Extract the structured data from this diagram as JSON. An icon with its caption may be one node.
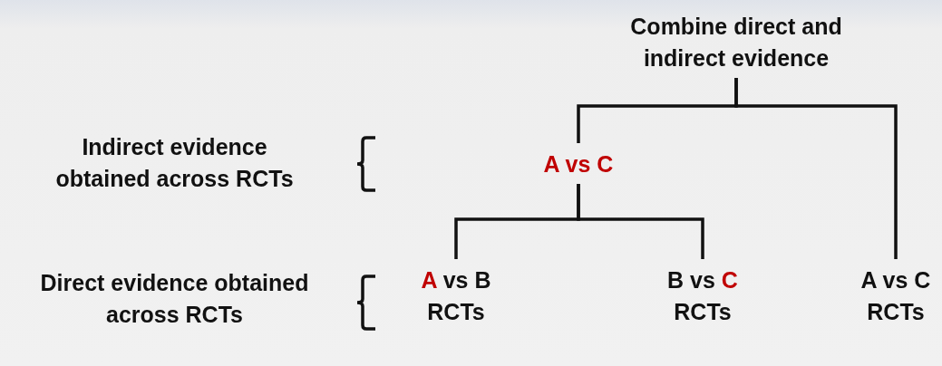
{
  "diagram": {
    "nodes": [
      {
        "text": [
          "Combine direct and indirect evidence"
        ]
      },
      {
        "text": [
          "A vs C"
        ]
      },
      {
        "text": [
          "A vs B",
          "RCTs"
        ]
      },
      {
        "text": [
          "B vs C",
          "RCTs"
        ]
      },
      {
        "text": [
          "A vs C",
          "RCTs"
        ]
      }
    ],
    "edges": [
      {
        "from": 0,
        "to": 1,
        "arrow": "none"
      },
      {
        "from": 0,
        "to": 4,
        "arrow": "none"
      },
      {
        "from": 1,
        "to": 2,
        "arrow": "none"
      },
      {
        "from": 1,
        "to": 3,
        "arrow": "none"
      }
    ],
    "labels": [
      "Indirect evidence obtained across RCTs",
      "Direct evidence obtained across RCTs"
    ]
  }
}
